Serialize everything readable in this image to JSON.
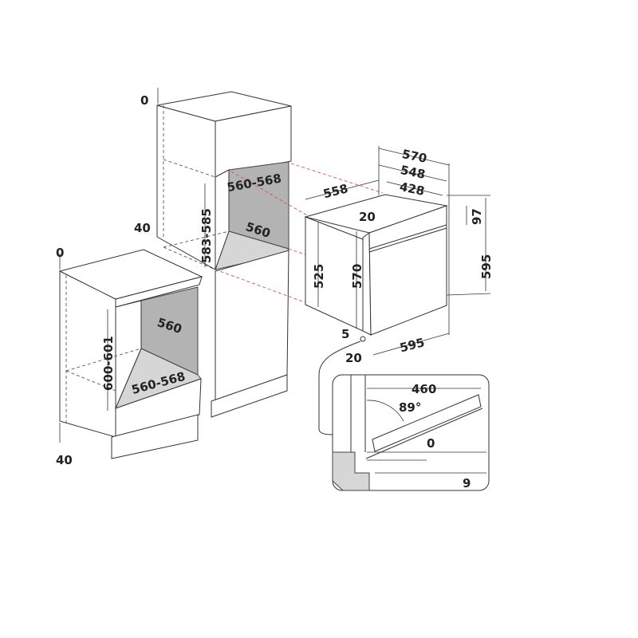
{
  "tall_cabinet": {
    "top_gap": "0",
    "rear_gap": "40",
    "opening_width": "560-568",
    "opening_height": "583-585",
    "opening_depth": "560"
  },
  "base_cabinet": {
    "top_gap": "0",
    "rear_gap": "40",
    "opening_depth": "560",
    "opening_height": "600-601",
    "opening_width": "560-568"
  },
  "oven": {
    "total_depth": "570",
    "body_depth": "548",
    "inner_depth": "428",
    "side_depth": "558",
    "front_thickness": "20",
    "control_panel_height": "97",
    "body_height_side": "525",
    "body_height": "570",
    "total_height": "595",
    "bottom_offset": "5",
    "door_thickness": "20",
    "width": "595"
  },
  "door_detail": {
    "door_open_length": "460",
    "door_angle": "89°",
    "top_clearance": "0",
    "bottom_clearance": "9"
  },
  "colors": {
    "line": "#333333",
    "panel_gray": "#b3b3b3",
    "floor_gray": "#d6d6d6",
    "guide_red": "#d9534f"
  }
}
